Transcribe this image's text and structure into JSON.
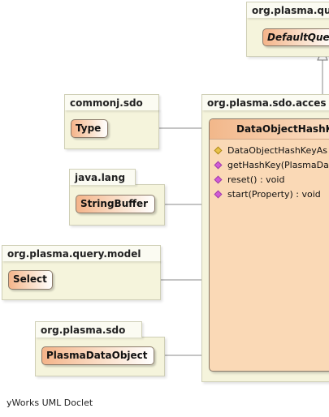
{
  "packages": {
    "top_right": {
      "name": "org.plasma.qu"
    },
    "commonj_sdo": {
      "name": "commonj.sdo"
    },
    "java_lang": {
      "name": "java.lang"
    },
    "query_model": {
      "name": "org.plasma.query.model"
    },
    "plasma_sdo": {
      "name": "org.plasma.sdo"
    },
    "access": {
      "name": "org.plasma.sdo.acces"
    }
  },
  "classes": {
    "default_query": "DefaultQue",
    "type": "Type",
    "string_buffer": "StringBuffer",
    "select": "Select",
    "plasma_data_object": "PlasmaDataObject"
  },
  "main_class": {
    "name": "DataObjectHashK",
    "members": [
      {
        "kind": "field",
        "text": "DataObjectHashKeyAs"
      },
      {
        "kind": "method",
        "text": "getHashKey(PlasmaDa"
      },
      {
        "kind": "method",
        "text": "reset() : void"
      },
      {
        "kind": "method",
        "text": "start(Property) : void"
      }
    ]
  },
  "footer": "yWorks UML Doclet"
}
